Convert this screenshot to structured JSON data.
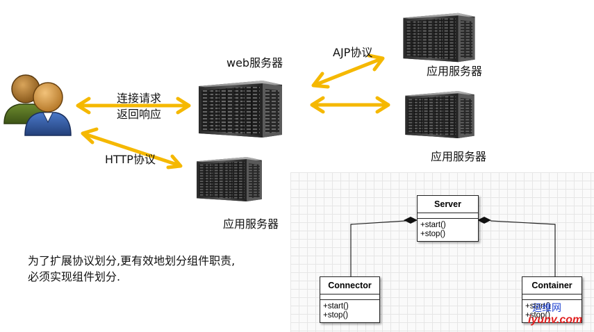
{
  "labels": {
    "web_server": "web服务器",
    "ajp": "AJP协议",
    "app_server_1": "应用服务器",
    "app_server_2": "应用服务器",
    "app_server_3": "应用服务器",
    "request_line1": "连接请求",
    "request_line2": "返回响应",
    "http": "HTTP协议",
    "note_line1": "为了扩展协议划分,更有效地划分组件职责,",
    "note_line2": "必须实现组件划分."
  },
  "uml": {
    "server": {
      "name": "Server",
      "ops": [
        "+start()",
        "+stop()"
      ]
    },
    "connector": {
      "name": "Connector",
      "ops": [
        "+start()",
        "+stop()"
      ]
    },
    "container": {
      "name": "Container",
      "ops": [
        "+start()",
        "+stop()"
      ]
    }
  },
  "watermark": {
    "line1": "运维网",
    "line2": "iyunv.com"
  },
  "colors": {
    "arrow": "#f5b800",
    "uml_border": "#222222",
    "watermark_red": "#e02020",
    "watermark_blue": "#1a3fd0"
  }
}
